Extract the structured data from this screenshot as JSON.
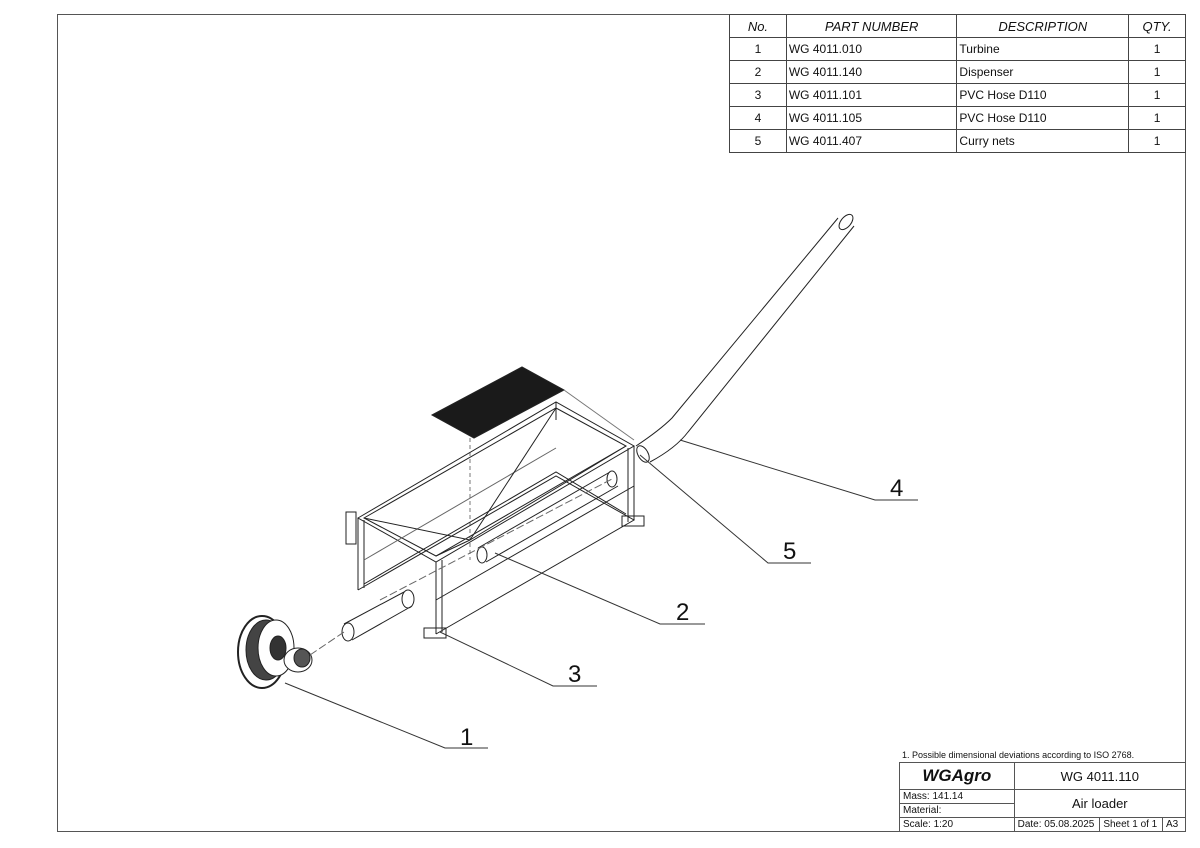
{
  "bom": {
    "headers": {
      "no": "No.",
      "part_number": "PART NUMBER",
      "description": "DESCRIPTION",
      "qty": "QTY."
    },
    "rows": [
      {
        "no": "1",
        "part_number": "WG 4011.010",
        "description": "Turbine",
        "qty": "1"
      },
      {
        "no": "2",
        "part_number": "WG 4011.140",
        "description": "Dispenser",
        "qty": "1"
      },
      {
        "no": "3",
        "part_number": "WG 4011.101",
        "description": "PVC Hose D110",
        "qty": "1"
      },
      {
        "no": "4",
        "part_number": "WG 4011.105",
        "description": "PVC Hose D110",
        "qty": "1"
      },
      {
        "no": "5",
        "part_number": "WG 4011.407",
        "description": "Curry nets",
        "qty": "1"
      }
    ]
  },
  "balloons": [
    "1",
    "2",
    "3",
    "4",
    "5"
  ],
  "title_block": {
    "note": "1. Possible dimensional deviations according to ISO 2768.",
    "company": "WGAgro",
    "drawing_number": "WG 4011.110",
    "mass": "Mass: 141.14",
    "material": "Material:",
    "title": "Air loader",
    "scale": "Scale: 1:20",
    "date": "Date: 05.08.2025",
    "sheet": "Sheet 1 of 1",
    "format": "A3"
  }
}
